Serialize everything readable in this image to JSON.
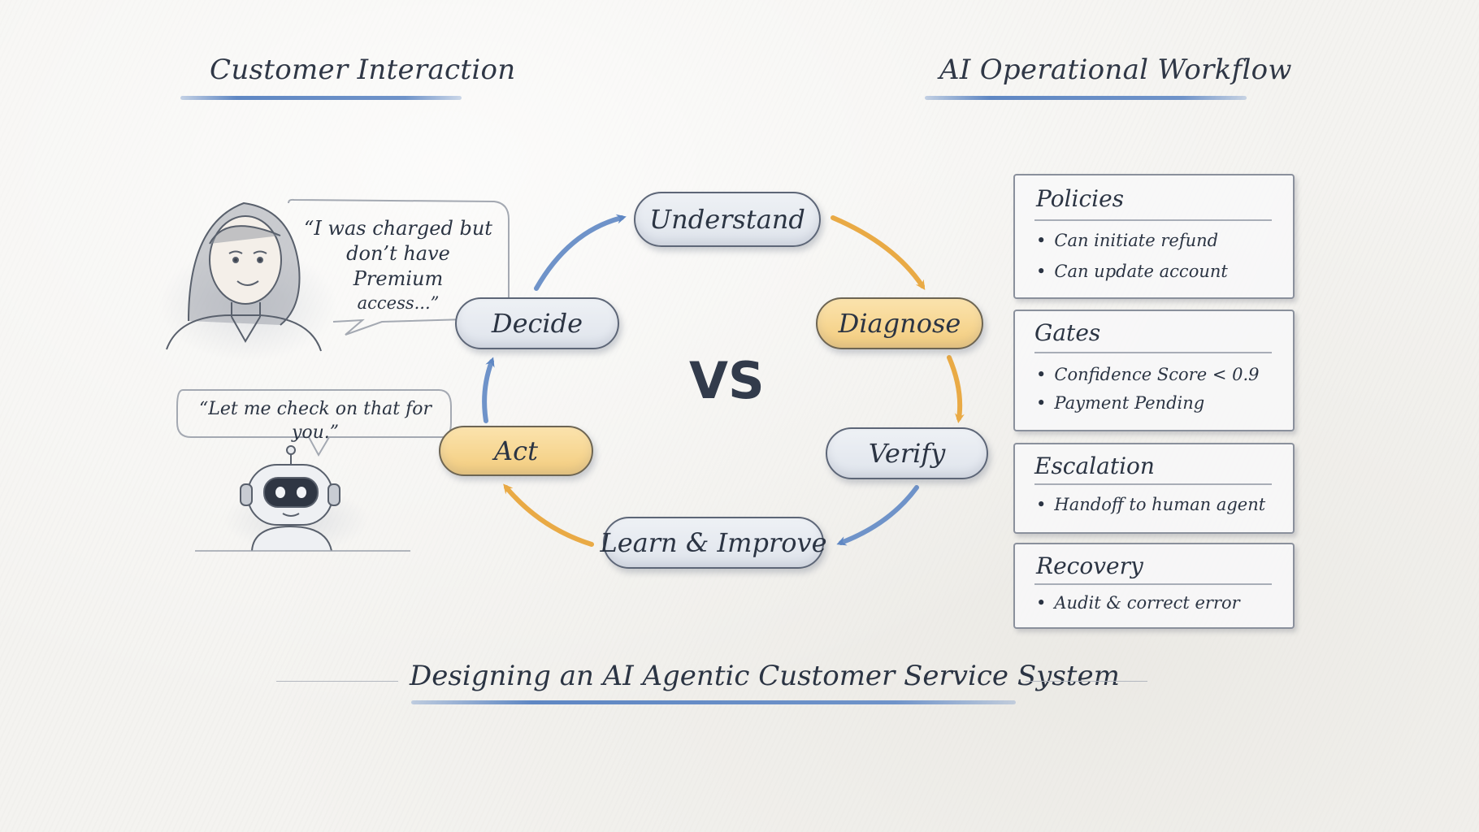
{
  "headings": {
    "left": "Customer Interaction",
    "right": "AI Operational Workflow"
  },
  "conversation": {
    "customer_quote": [
      "“I was charged but",
      "don’t have Premium",
      "access...”"
    ],
    "agent_quote": "“Let me check on that for you.”"
  },
  "center_label": "VS",
  "cycle": {
    "understand": "Understand",
    "diagnose": "Diagnose",
    "verify": "Verify",
    "learn": "Learn & Improve",
    "act": "Act",
    "decide": "Decide"
  },
  "panels": [
    {
      "title": "Policies",
      "items": [
        "Can initiate refund",
        "Can update account"
      ]
    },
    {
      "title": "Gates",
      "items": [
        "Confidence Score < 0.9",
        "Payment Pending"
      ]
    },
    {
      "title": "Escalation",
      "items": [
        "Handoff to human agent"
      ]
    },
    {
      "title": "Recovery",
      "items": [
        "Audit & correct error"
      ]
    }
  ],
  "footer_title": "Designing an AI Agentic Customer Service System",
  "colors": {
    "blue_accent": "#5f87c3",
    "gold_accent": "#f3cc7d",
    "ink": "#2b3443"
  }
}
